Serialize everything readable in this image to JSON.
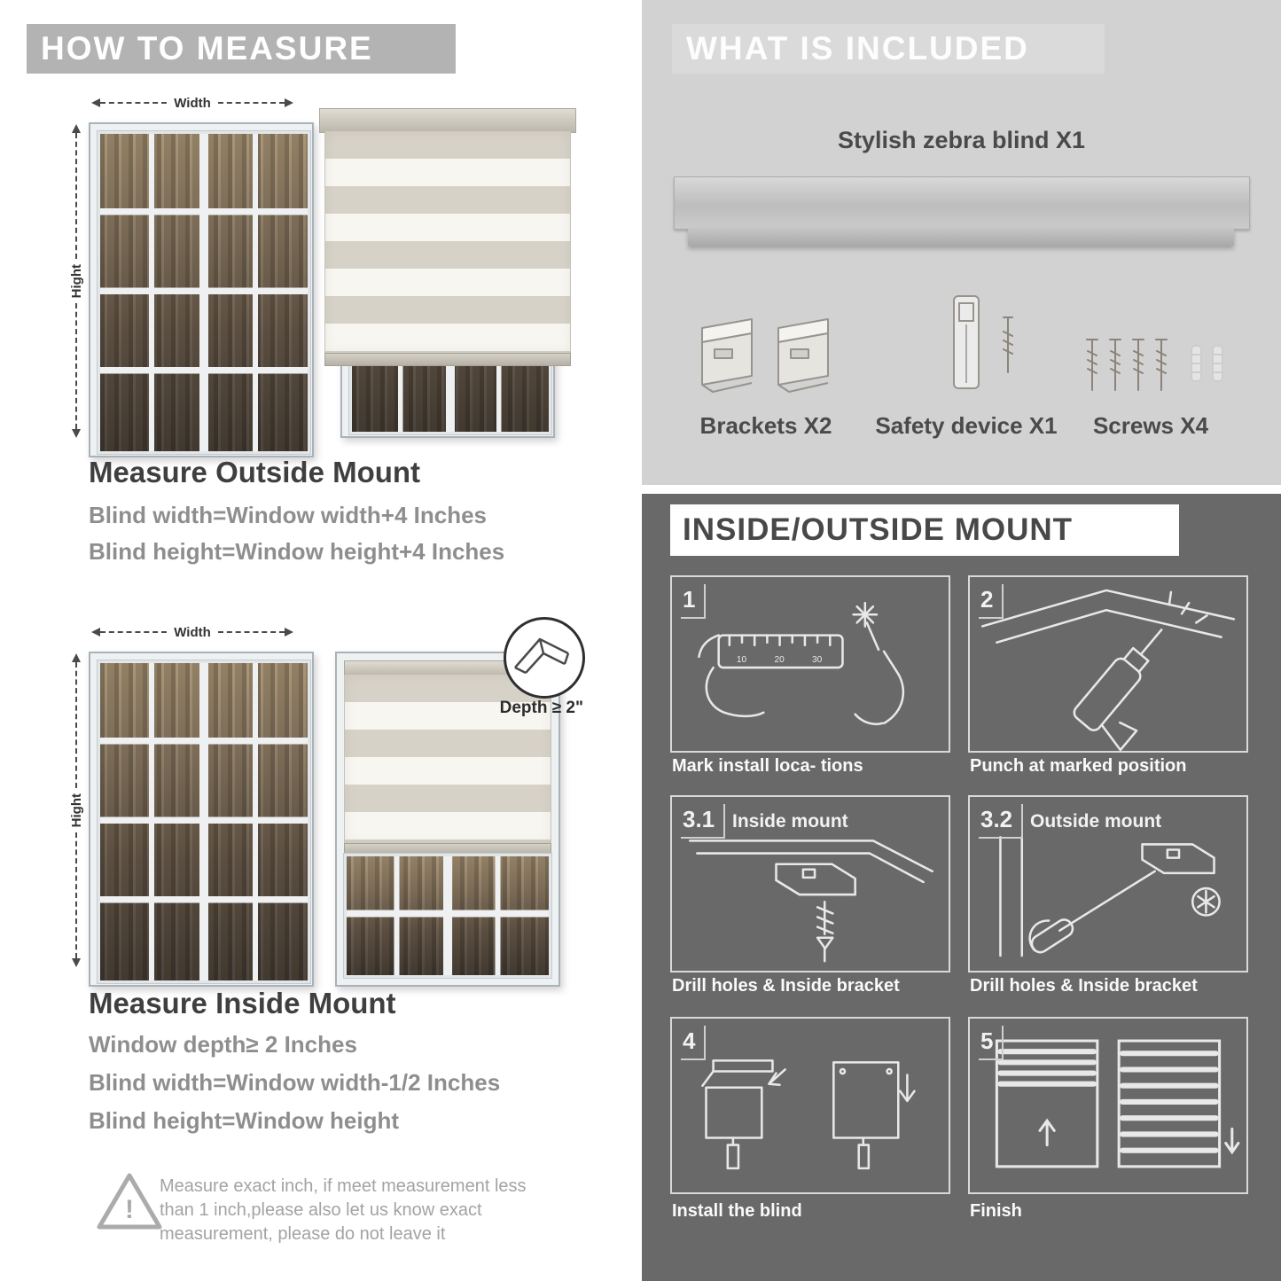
{
  "colors": {
    "left_banner": "#b3b3b3",
    "included_panel": "#d2d2d2",
    "mount_panel": "#696969",
    "heading_text": "#3f3f3f",
    "body_text": "#8e8e8e",
    "stripe_beige": "#d7d2c7",
    "stripe_sheer": "#f8f6f1"
  },
  "measure": {
    "header": "HOW TO MEASURE",
    "width_label": "Width",
    "height_label": "Hight",
    "outside": {
      "heading": "Measure Outside Mount",
      "lines": [
        "Blind width=Window width+4 Inches",
        "Blind height=Window height+4 Inches"
      ]
    },
    "inside": {
      "heading": "Measure Inside Mount",
      "depth_label": "Depth ≥ 2\"",
      "lines": [
        "Window depth≥ 2 Inches",
        "Blind width=Window width-1/2 Inches",
        "Blind height=Window height"
      ]
    },
    "warning": {
      "mark": "!",
      "text": "Measure exact inch, if meet measurement less than 1 inch,please also let us know exact measurement, please do not leave it"
    }
  },
  "included": {
    "header": "WHAT IS INCLUDED",
    "blind_label": "Stylish zebra blind X1",
    "items": [
      {
        "label": "Brackets X2"
      },
      {
        "label": "Safety device X1"
      },
      {
        "label": "Screws X4"
      }
    ]
  },
  "mount": {
    "header": "INSIDE/OUTSIDE MOUNT",
    "steps": [
      {
        "num": "1",
        "title": "",
        "caption": "Mark install loca- tions"
      },
      {
        "num": "2",
        "title": "",
        "caption": "Punch at  marked position"
      },
      {
        "num": "3.1",
        "title": "Inside mount",
        "caption": "Drill holes &  Inside bracket"
      },
      {
        "num": "3.2",
        "title": "Outside mount",
        "caption": "Drill holes &  Inside bracket"
      },
      {
        "num": "4",
        "title": "",
        "caption": "Install the blind"
      },
      {
        "num": "5",
        "title": "",
        "caption": "Finish"
      }
    ]
  }
}
